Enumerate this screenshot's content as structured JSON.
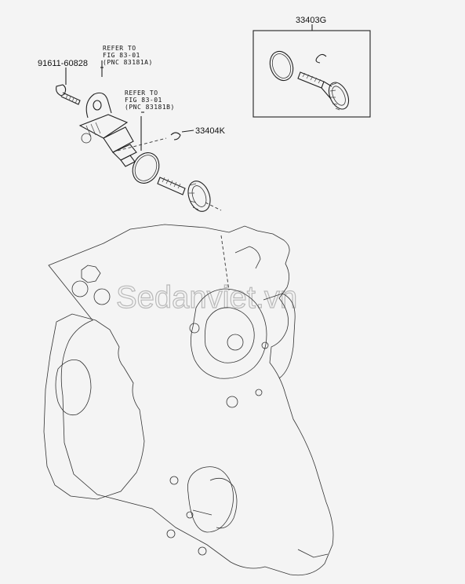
{
  "parts": {
    "bolt": "91611-60828",
    "kit": "33403G",
    "clip": "33404K"
  },
  "refs": {
    "upper": {
      "line1": "REFER TO",
      "line2": "FIG 83-01",
      "line3": "(PNC 83181A)"
    },
    "lower": {
      "line1": "REFER TO",
      "line2": "FIG 83-01",
      "line3": "(PNC 83181B)"
    }
  },
  "watermark": "Sedanviet.vn"
}
